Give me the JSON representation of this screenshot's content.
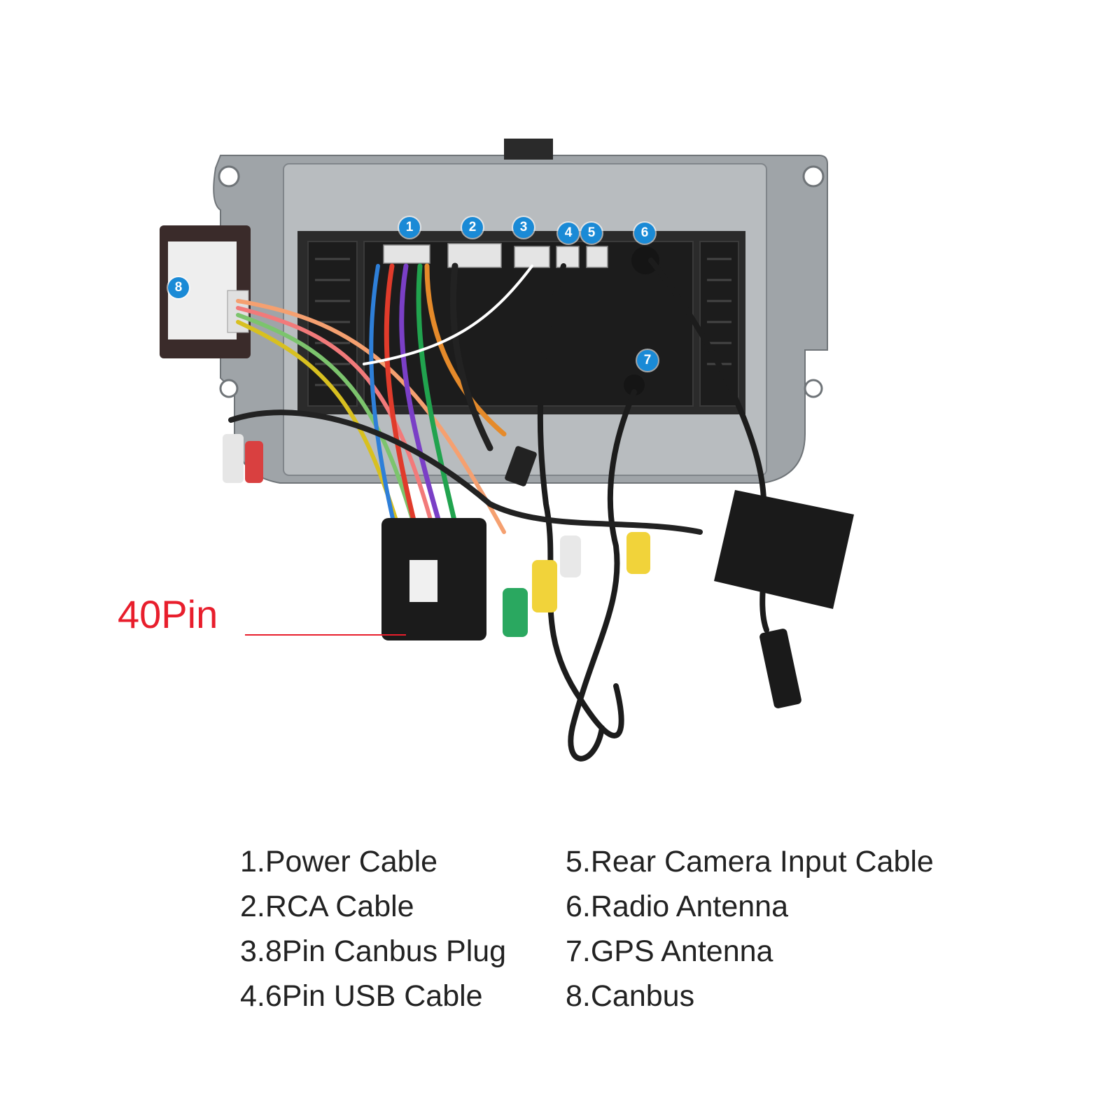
{
  "badges": [
    "1",
    "2",
    "3",
    "4",
    "5",
    "6",
    "7",
    "8"
  ],
  "callout": {
    "label": "40Pin"
  },
  "legend": {
    "left": [
      "1.Power Cable",
      "2.RCA Cable",
      "3.8Pin Canbus Plug",
      "4.6Pin USB Cable"
    ],
    "right": [
      "5.Rear Camera Input Cable",
      "6.Radio Antenna",
      "7.GPS Antenna",
      "8.Canbus"
    ]
  },
  "colors": {
    "badge": "#1a8ad6",
    "callout": "#e81e2c",
    "text": "#222222",
    "chassis": "#a9adb0",
    "panel": "#bfc3c6"
  }
}
